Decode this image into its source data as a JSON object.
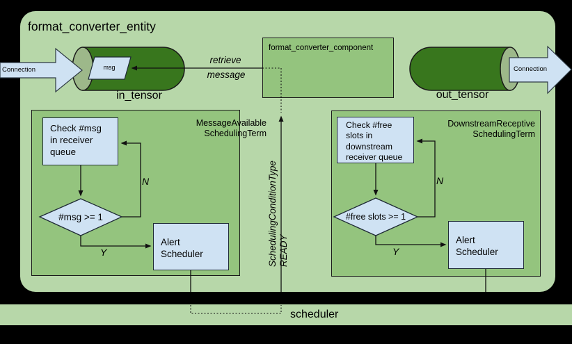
{
  "colors": {
    "background": "#000000",
    "entity_fill": "#b7d7a9",
    "panel_fill": "#94c47e",
    "cylinder_fill": "#38761d",
    "cylinder_face": "#9db88a",
    "blue_fill": "#cfe2f3",
    "stroke": "#1a1a1a"
  },
  "entity": {
    "title": "format_converter_entity"
  },
  "component": {
    "title": "format_converter_component"
  },
  "in_connection": {
    "label": "Connection"
  },
  "out_connection": {
    "label": "Connection"
  },
  "in_tensor": {
    "label": "in_tensor",
    "msg_label": "msg"
  },
  "out_tensor": {
    "label": "out_tensor"
  },
  "retrieve": {
    "line1": "retrieve",
    "line2": "message"
  },
  "scheduling_condition": {
    "line1": "SchedulingConditionType",
    "line2": "READY"
  },
  "left_term": {
    "title_line1": "MessageAvailable",
    "title_line2": "SchedulingTerm",
    "check_text": "Check #msg in receiver queue",
    "decision": "#msg >= 1",
    "no_label": "N",
    "yes_label": "Y",
    "alert_line1": "Alert",
    "alert_line2": "Scheduler"
  },
  "right_term": {
    "title_line1": "DownstreamReceptive",
    "title_line2": "SchedulingTerm",
    "check_text": "Check #free slots in downstream receiver queue",
    "decision": "#free slots >= 1",
    "no_label": "N",
    "yes_label": "Y",
    "alert_line1": "Alert",
    "alert_line2": "Scheduler"
  },
  "scheduler": {
    "label": "scheduler"
  }
}
